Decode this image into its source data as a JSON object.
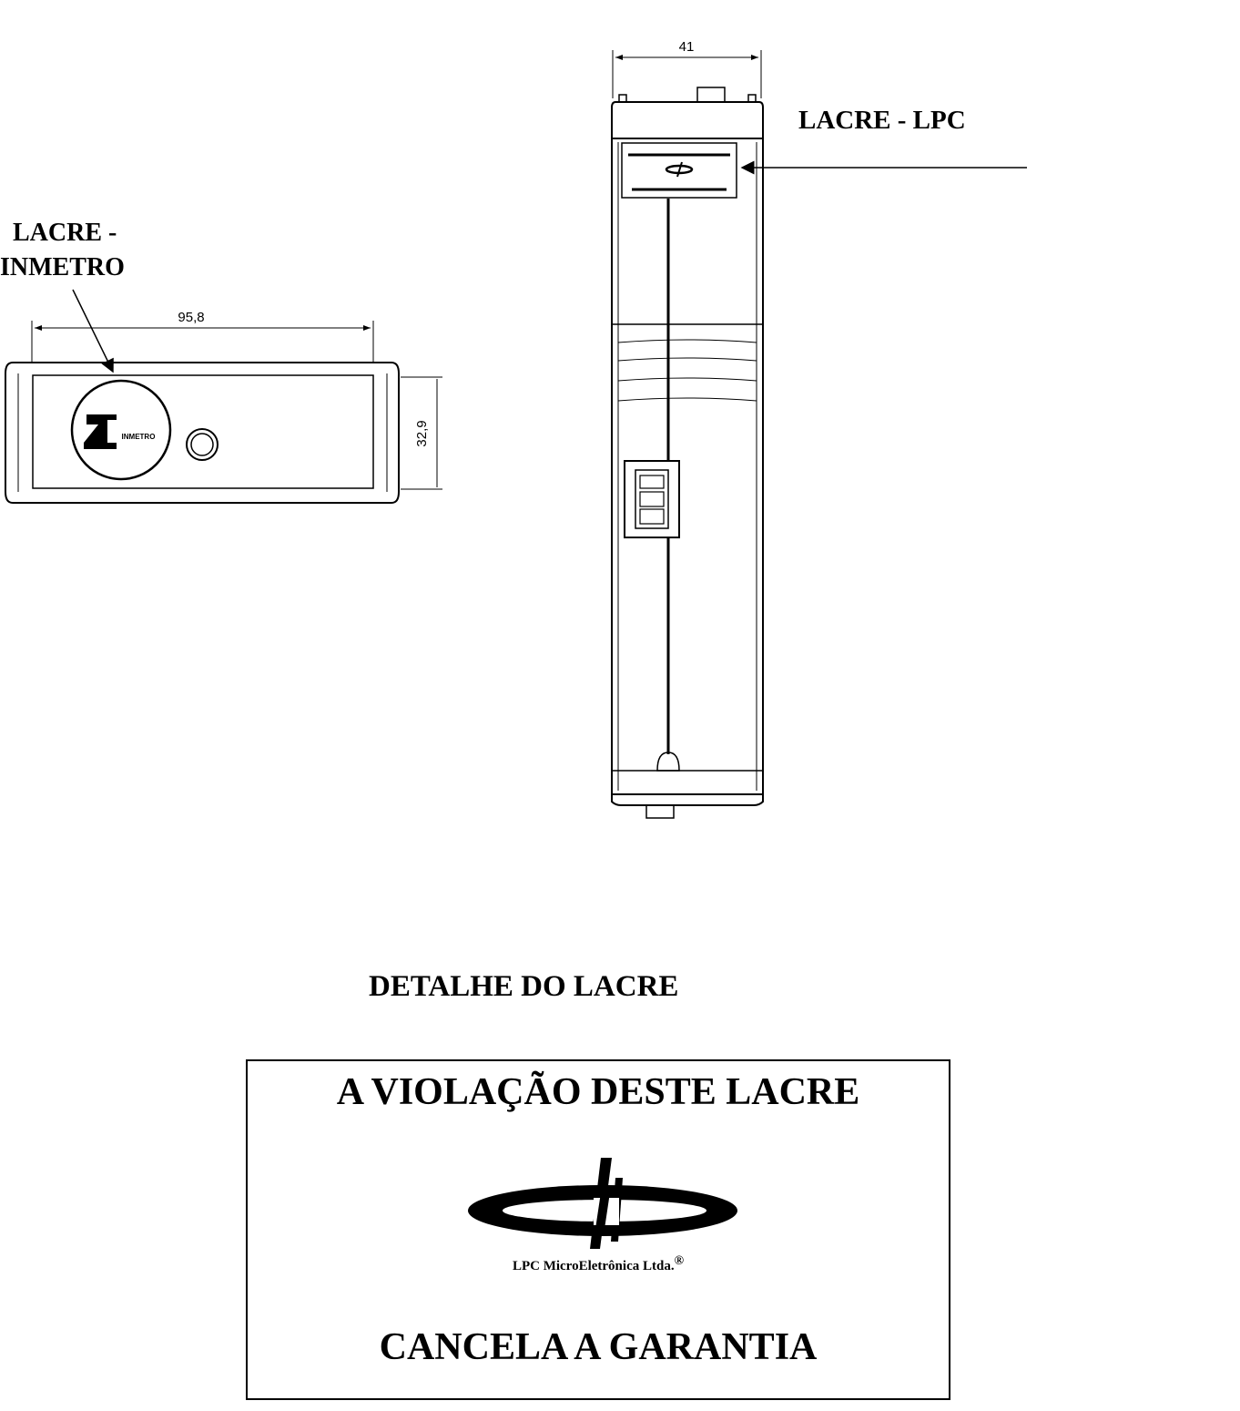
{
  "labels": {
    "lacre_inmetro_line1": "LACRE -",
    "lacre_inmetro_line2": "INMETRO",
    "lacre_lpc": "LACRE - LPC",
    "detail_title": "DETALHE DO LACRE"
  },
  "dimensions": {
    "width_side": "95,8",
    "height_side": "32,9",
    "width_front": "41"
  },
  "inmetro_logo_text": "INMETRO",
  "seal": {
    "top_text": "A VIOLAÇÃO DESTE LACRE",
    "company": "LPC MicroEletrônica Ltda.",
    "registered_mark": "®",
    "bottom_text": "CANCELA A GARANTIA"
  }
}
